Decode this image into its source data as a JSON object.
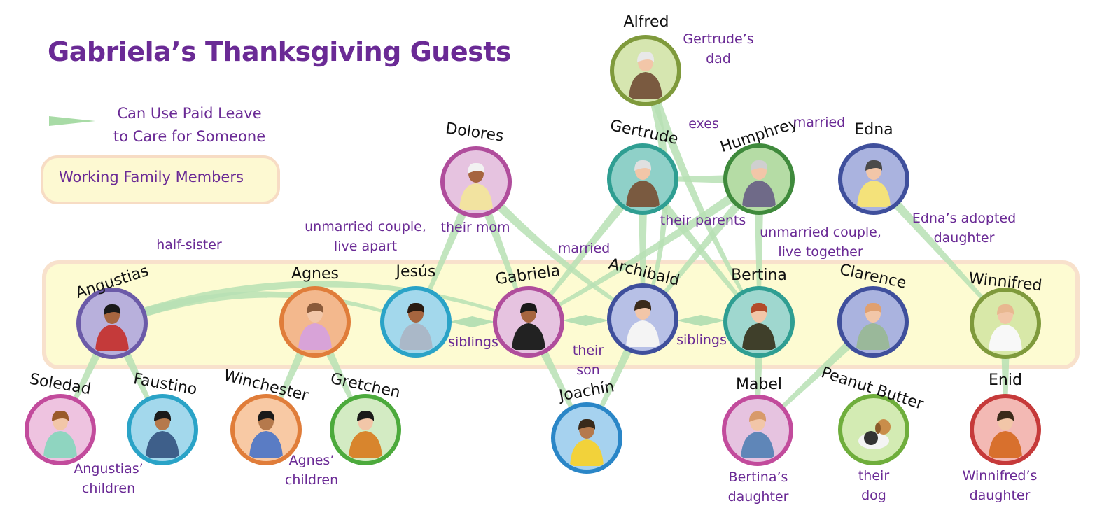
{
  "title": "Gabriela’s Thanksgiving Guests",
  "legend": {
    "arrow_text_line1": "Can Use Paid Leave",
    "arrow_text_line2": "to Care for Someone",
    "box_text": "Working Family  Members",
    "arrow_color": "#a8dba6",
    "box_fill": "#fdf9d2",
    "box_border": "#f7dcc4"
  },
  "colors": {
    "title": "#6a2a95",
    "label": "#6a2a95",
    "link": "#b7e0b4",
    "band_fill": "#fdfbd2",
    "band_border": "#f8e1cc"
  },
  "people": [
    {
      "id": "alfred",
      "name": "Alfred",
      "ring": "#7f9a3c",
      "fill": "#d6e6b0",
      "role": "elder man",
      "working": false
    },
    {
      "id": "dolores",
      "name": "Dolores",
      "ring": "#b04d9c",
      "fill": "#e6c3e0",
      "role": "elder woman",
      "working": false
    },
    {
      "id": "gertrude",
      "name": "Gertrude",
      "ring": "#2f9e92",
      "fill": "#8fd0c8",
      "role": "elder woman",
      "working": false
    },
    {
      "id": "humphrey",
      "name": "Humphrey",
      "ring": "#3f8a3c",
      "fill": "#b5dca5",
      "role": "elder man",
      "working": false
    },
    {
      "id": "edna",
      "name": "Edna",
      "ring": "#3f4f9c",
      "fill": "#aab3df",
      "role": "woman with tablet",
      "working": false
    },
    {
      "id": "angustias",
      "name": "Angustias",
      "ring": "#6b5aa8",
      "fill": "#b8b0dc",
      "role": "woman",
      "working": true
    },
    {
      "id": "agnes",
      "name": "Agnes",
      "ring": "#e07d3a",
      "fill": "#f3b88d",
      "role": "woman",
      "working": true
    },
    {
      "id": "jesus",
      "name": "Jesús",
      "ring": "#2aa3c7",
      "fill": "#a3d8ec",
      "role": "man on phone",
      "working": true
    },
    {
      "id": "gabriela",
      "name": "Gabriela",
      "ring": "#b04d9c",
      "fill": "#e6c3e0",
      "role": "woman",
      "working": true
    },
    {
      "id": "archibald",
      "name": "Archibald",
      "ring": "#3f4f9c",
      "fill": "#b7c0e6",
      "role": "man",
      "working": true
    },
    {
      "id": "bertina",
      "name": "Bertina",
      "ring": "#2f9e92",
      "fill": "#9fd7cf",
      "role": "woman",
      "working": true
    },
    {
      "id": "clarence",
      "name": "Clarence",
      "ring": "#3f4f9c",
      "fill": "#aab3df",
      "role": "man",
      "working": true
    },
    {
      "id": "winnifred",
      "name": "Winnifred",
      "ring": "#7f9a3c",
      "fill": "#d8e8a8",
      "role": "woman",
      "working": true
    },
    {
      "id": "soledad",
      "name": "Soledad",
      "ring": "#c24b9c",
      "fill": "#eec3e0",
      "role": "child",
      "working": false
    },
    {
      "id": "faustino",
      "name": "Faustino",
      "ring": "#2aa3c7",
      "fill": "#a3d8ec",
      "role": "child",
      "working": false
    },
    {
      "id": "winchester",
      "name": "Winchester",
      "ring": "#e07d3a",
      "fill": "#f8c9a4",
      "role": "child",
      "working": false
    },
    {
      "id": "gretchen",
      "name": "Gretchen",
      "ring": "#4caa3c",
      "fill": "#d3ebc3",
      "role": "child",
      "working": false
    },
    {
      "id": "joachin",
      "name": "Joachín",
      "ring": "#2a86c7",
      "fill": "#a6d2ef",
      "role": "child",
      "working": false
    },
    {
      "id": "mabel",
      "name": "Mabel",
      "ring": "#c24b9c",
      "fill": "#e6c3e0",
      "role": "child",
      "working": false
    },
    {
      "id": "peanut",
      "name": "Peanut Butter",
      "ring": "#6fae3c",
      "fill": "#d3ebb3",
      "role": "dog",
      "working": false
    },
    {
      "id": "enid",
      "name": "Enid",
      "ring": "#c63a3a",
      "fill": "#f3b9b4",
      "role": "child",
      "working": false
    }
  ],
  "labels": [
    {
      "id": "alfred-note",
      "lines": [
        "Gertrude’s",
        "dad"
      ]
    },
    {
      "id": "exes",
      "lines": [
        "exes"
      ]
    },
    {
      "id": "married-top",
      "lines": [
        "married"
      ]
    },
    {
      "id": "their-parents",
      "lines": [
        "their parents"
      ]
    },
    {
      "id": "their-mom",
      "lines": [
        "their mom"
      ]
    },
    {
      "id": "unmarried-apart",
      "lines": [
        "unmarried couple,",
        "live apart"
      ]
    },
    {
      "id": "half-sister",
      "lines": [
        "half-sister"
      ]
    },
    {
      "id": "married-mid",
      "lines": [
        "married"
      ]
    },
    {
      "id": "unmarried-together",
      "lines": [
        "unmarried couple,",
        "live together"
      ]
    },
    {
      "id": "edna-note",
      "lines": [
        "Edna’s adopted",
        "daughter"
      ]
    },
    {
      "id": "siblings-left",
      "lines": [
        "siblings"
      ]
    },
    {
      "id": "siblings-right",
      "lines": [
        "siblings"
      ]
    },
    {
      "id": "their-son",
      "lines": [
        "their",
        "son"
      ]
    },
    {
      "id": "angustias-children",
      "lines": [
        "Angustias’",
        "children"
      ]
    },
    {
      "id": "agnes-children",
      "lines": [
        "Agnes’",
        "children"
      ]
    },
    {
      "id": "bertina-daughter",
      "lines": [
        "Bertina’s",
        "daughter"
      ]
    },
    {
      "id": "their-dog",
      "lines": [
        "their",
        "dog"
      ]
    },
    {
      "id": "winnifred-daughter",
      "lines": [
        "Winnifred’s",
        "daughter"
      ]
    }
  ]
}
